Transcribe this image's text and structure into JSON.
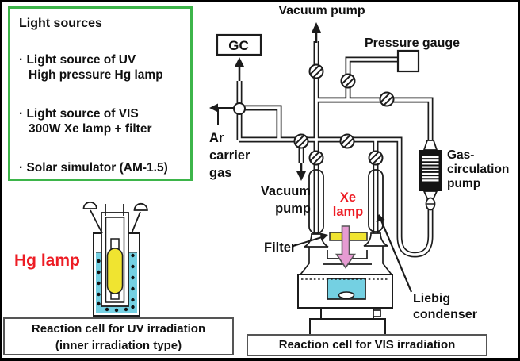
{
  "light_sources_box": {
    "title": "Light sources",
    "items": [
      {
        "line1": "· Light source of UV",
        "line2": "High pressure Hg lamp"
      },
      {
        "line1": "· Light source of VIS",
        "line2": "300W Xe lamp + filter"
      },
      {
        "line1": "· Solar simulator (AM-1.5)",
        "line2": ""
      }
    ]
  },
  "diagram": {
    "labels": {
      "vacuum_pump_top": "Vacuum pump",
      "gc": "GC",
      "pressure_gauge": "Pressure gauge",
      "ar_carrier_gas": [
        "Ar",
        "carrier",
        "gas"
      ],
      "vacuum_pump_mid": [
        "Vacuum",
        "pump"
      ],
      "xe_lamp": [
        "Xe",
        "lamp"
      ],
      "filter": "Filter",
      "gas_circulation_pump": [
        "Gas-",
        "circulation",
        "pump"
      ],
      "liebig_condenser": [
        "Liebig",
        "condenser"
      ],
      "hg_lamp": "Hg lamp"
    },
    "colors": {
      "red_label": "#ed1c24",
      "liquid_cyan": "#74d0e2",
      "lamp_yellow": "#f0e430",
      "light_beam_pink": "#e69bd2",
      "green_box_border": "#3db54a"
    }
  },
  "captions": {
    "uv_cell_line1": "Reaction cell for UV irradiation",
    "uv_cell_line2": "(inner irradiation type)",
    "vis_cell": "Reaction cell for VIS irradiation"
  }
}
